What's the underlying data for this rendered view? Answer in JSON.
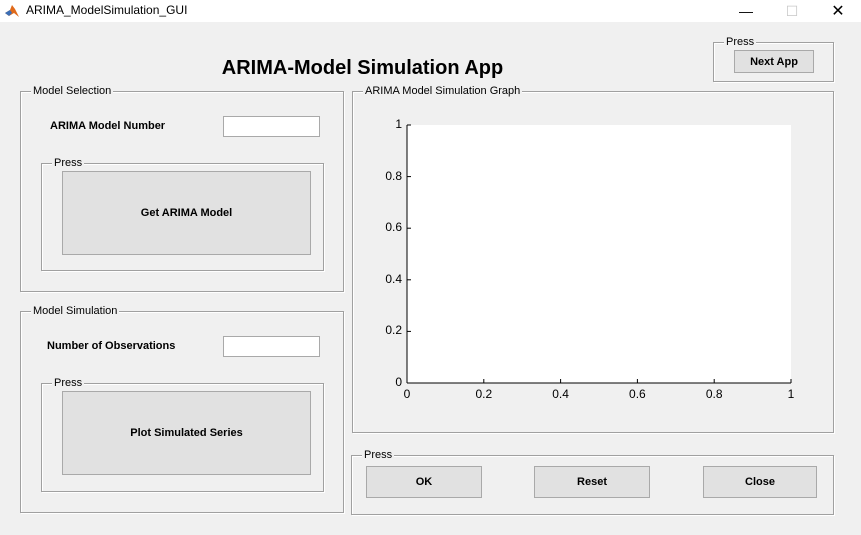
{
  "window": {
    "title": "ARIMA_ModelSimulation_GUI"
  },
  "heading": "ARIMA-Model Simulation App",
  "next_app_panel": {
    "label": "Press",
    "button": "Next App"
  },
  "model_selection": {
    "title": "Model Selection",
    "field_label": "ARIMA Model Number",
    "field_value": "",
    "press_label": "Press",
    "button": "Get ARIMA Model"
  },
  "model_simulation": {
    "title": "Model Simulation",
    "field_label": "Number of Observations",
    "field_value": "",
    "press_label": "Press",
    "button": "Plot Simulated Series"
  },
  "graph_panel": {
    "title": "ARIMA Model Simulation Graph"
  },
  "actions_panel": {
    "label": "Press",
    "ok": "OK",
    "reset": "Reset",
    "close": "Close"
  },
  "chart_data": {
    "type": "line",
    "title": "",
    "xlabel": "",
    "ylabel": "",
    "xlim": [
      0,
      1
    ],
    "ylim": [
      0,
      1
    ],
    "x_ticks": [
      "0",
      "0.2",
      "0.4",
      "0.6",
      "0.8",
      "1"
    ],
    "y_ticks": [
      "0",
      "0.2",
      "0.4",
      "0.6",
      "0.8",
      "1"
    ],
    "series": [],
    "grid": false
  }
}
